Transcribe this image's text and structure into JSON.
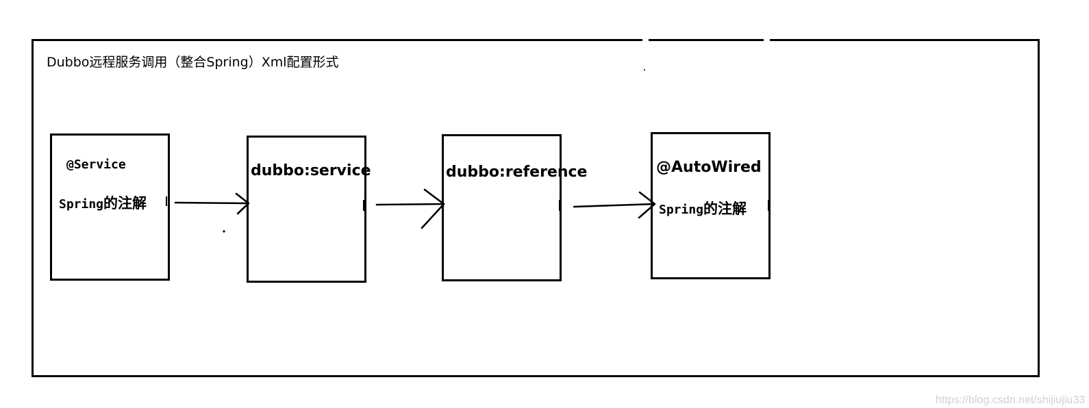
{
  "diagram": {
    "title": "Dubbo远程服务调用（整合Spring）Xml配置形式",
    "nodes": [
      {
        "id": "provider-annotation",
        "line1": "@Service",
        "line2_latin": "Spring",
        "line2_cjk": "的注解"
      },
      {
        "id": "dubbo-service",
        "line1": "dubbo:service"
      },
      {
        "id": "dubbo-reference",
        "line1": "dubbo:reference"
      },
      {
        "id": "consumer-annotation",
        "line1": "@AutoWired",
        "line2_latin": "Spring",
        "line2_cjk": "的注解"
      }
    ],
    "edges": [
      {
        "from": "provider-annotation",
        "to": "dubbo-service"
      },
      {
        "from": "dubbo-service",
        "to": "dubbo-reference"
      },
      {
        "from": "dubbo-reference",
        "to": "consumer-annotation"
      }
    ]
  },
  "watermark": "https://blog.csdn.net/shijiujiu33"
}
